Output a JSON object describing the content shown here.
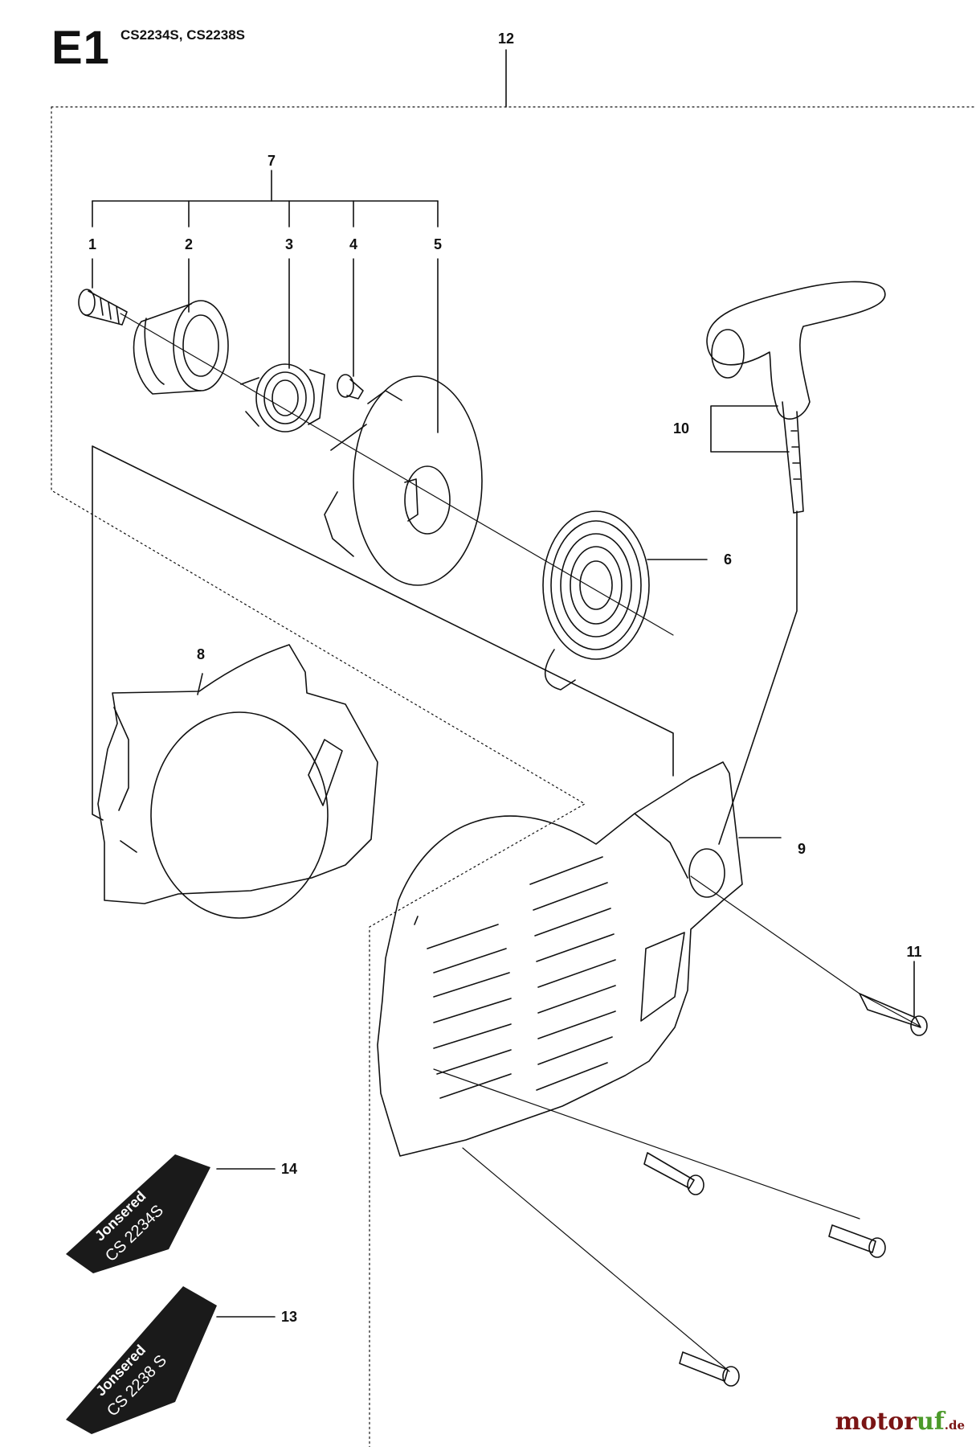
{
  "header": {
    "section_code": "E1",
    "models": "CS2234S, CS2238S"
  },
  "callouts": [
    "1",
    "2",
    "3",
    "4",
    "5",
    "6",
    "7",
    "8",
    "9",
    "10",
    "11",
    "12",
    "13",
    "14"
  ],
  "decals": {
    "decal_14": {
      "brand": "Jonsered",
      "model": "CS 2234S"
    },
    "decal_13": {
      "brand": "Jonsered",
      "model": "CS 2238 S"
    }
  },
  "watermark": {
    "name": "motor",
    "accent": "uf",
    "tld": ".de"
  },
  "colors": {
    "ink": "#111111",
    "decal": "#1a1a1a",
    "watermark_red": "#7a1414",
    "watermark_green": "#4b9a2a"
  }
}
